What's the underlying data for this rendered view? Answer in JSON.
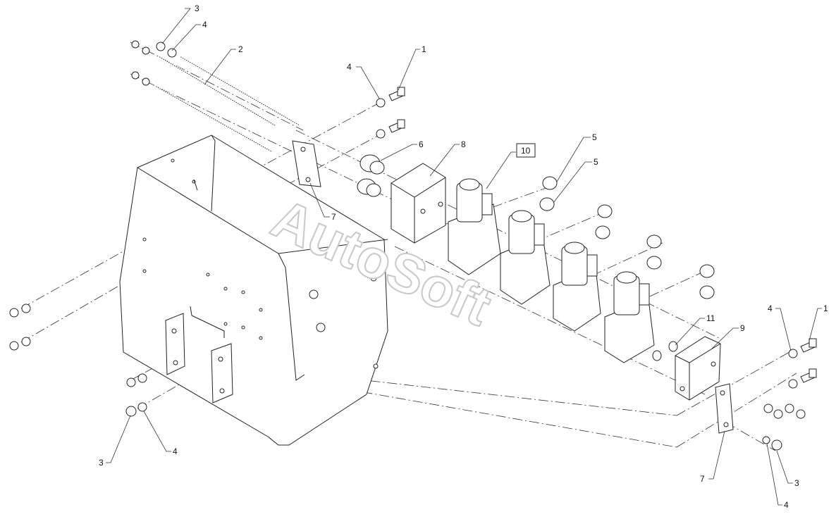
{
  "watermark": "AutoSoft",
  "callouts": [
    {
      "id": "c3-top",
      "text": "3"
    },
    {
      "id": "c4-top",
      "text": "4"
    },
    {
      "id": "c2",
      "text": "2"
    },
    {
      "id": "c1-top",
      "text": "1"
    },
    {
      "id": "c4-mid",
      "text": "4"
    },
    {
      "id": "c6",
      "text": "6"
    },
    {
      "id": "c8",
      "text": "8"
    },
    {
      "id": "c10",
      "text": "10",
      "boxed": true
    },
    {
      "id": "c5-a",
      "text": "5"
    },
    {
      "id": "c5-b",
      "text": "5"
    },
    {
      "id": "c7-top",
      "text": "7"
    },
    {
      "id": "c11",
      "text": "11"
    },
    {
      "id": "c9",
      "text": "9"
    },
    {
      "id": "c4-right",
      "text": "4"
    },
    {
      "id": "c1-right",
      "text": "1"
    },
    {
      "id": "c7-bottom",
      "text": "7"
    },
    {
      "id": "c3-right",
      "text": "3"
    },
    {
      "id": "c4-bottom-right",
      "text": "4"
    },
    {
      "id": "c3-left",
      "text": "3"
    },
    {
      "id": "c4-left",
      "text": "4"
    }
  ]
}
